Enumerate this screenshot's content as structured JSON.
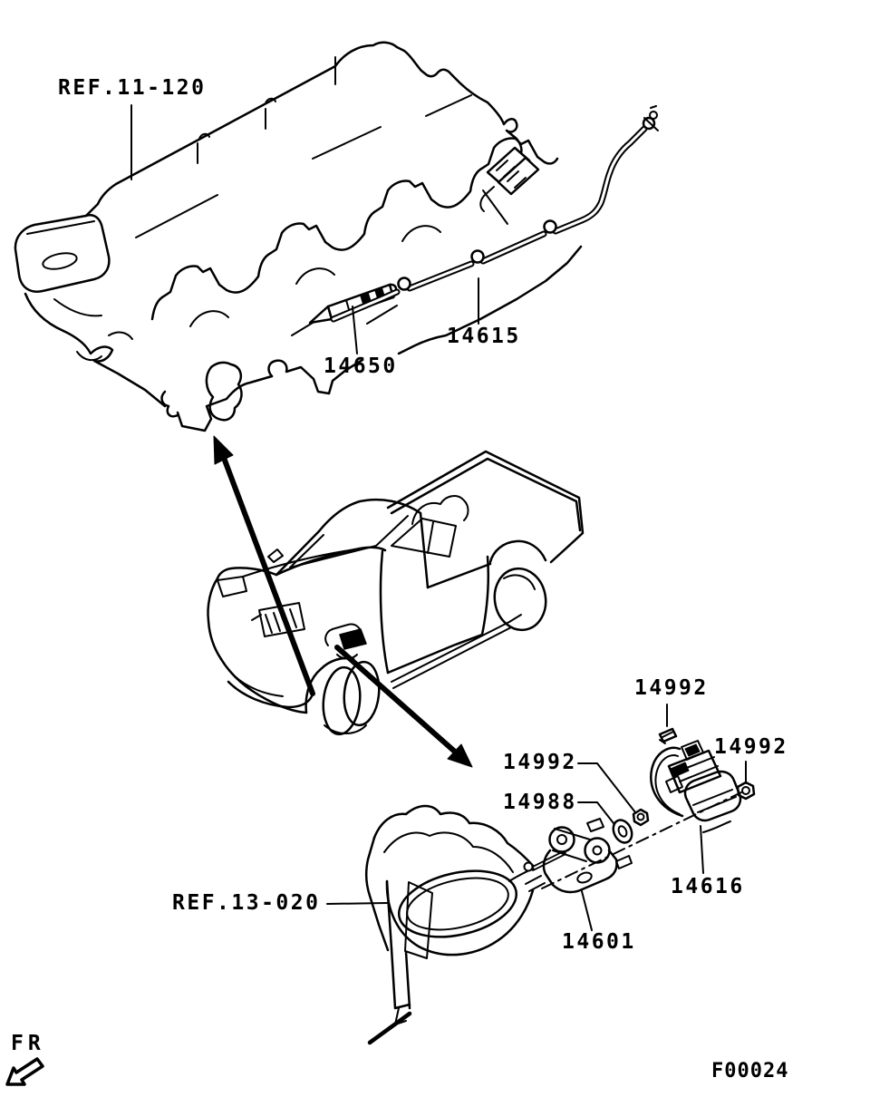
{
  "figure": {
    "code": "F00024",
    "front_marker": "FR"
  },
  "colors": {
    "line": "#000000",
    "background": "#ffffff"
  },
  "callouts": {
    "engine_ref": "REF.11-120",
    "glow_plug": "14650",
    "fuel_leakoff_pipe": "14615",
    "nut_top": "14992",
    "nut_right": "14992",
    "nut_left": "14992",
    "washer": "14988",
    "fuel_pump": "14616",
    "pump_bracket": "14601",
    "shield_ref": "REF.13-020"
  }
}
